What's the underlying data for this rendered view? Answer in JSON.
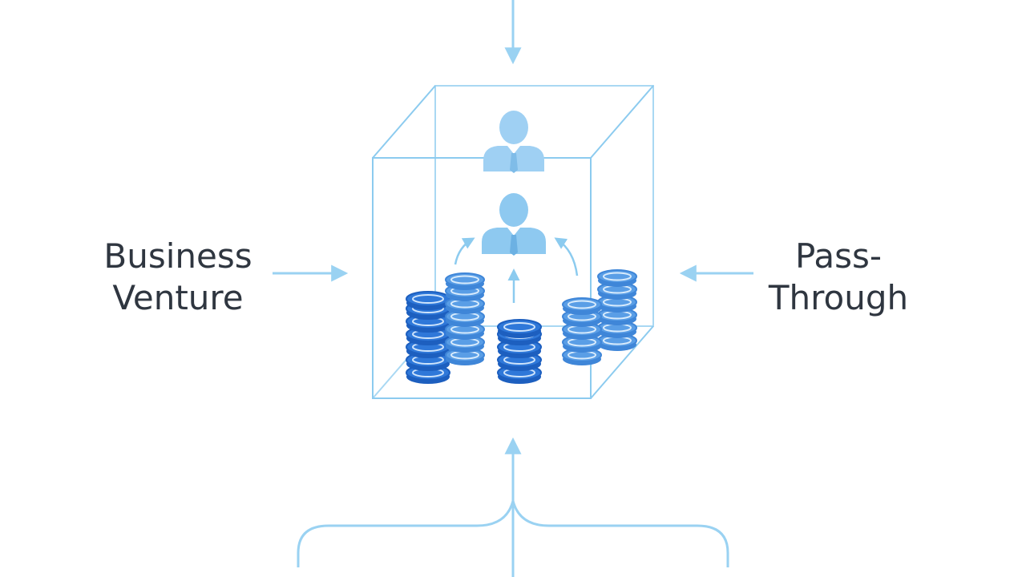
{
  "labels": {
    "left": {
      "line1": "Business",
      "line2": "Venture"
    },
    "right": {
      "line1": "Pass-",
      "line2": "Through"
    }
  },
  "colors": {
    "line": "#9ad2f2",
    "box_edge": "#8ccbef",
    "person": "#8ec9f0",
    "coin_dark": "#2f78d9",
    "coin_light": "#5a9ee6",
    "coin_outline": "#1d5fbf",
    "text": "#2f3640"
  },
  "icons": [
    "person-icon",
    "coin-stack-icon",
    "arrow-icon"
  ]
}
